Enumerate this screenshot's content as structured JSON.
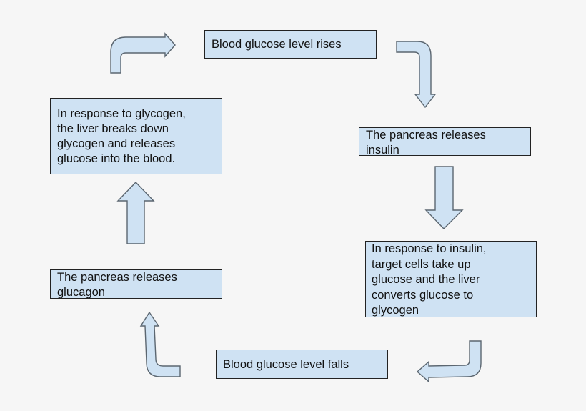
{
  "diagram": {
    "boxes": {
      "rises": "Blood glucose level rises",
      "insulin": "The pancreas releases\ninsulin",
      "take_up": "In response to insulin,\ntarget cells take up\nglucose and the liver\nconverts glucose to\nglycogen",
      "falls": "Blood glucose level falls",
      "glucagon": "The pancreas releases\nglucagon",
      "liver": "In response to glycogen,\nthe liver breaks down\nglycogen and releases\nglucose into the blood."
    },
    "colors": {
      "box_fill": "#cfe2f3",
      "box_border": "#222222",
      "arrow_fill": "#cfe2f3",
      "arrow_stroke": "#5b6670",
      "background": "#f6f6f6"
    }
  }
}
